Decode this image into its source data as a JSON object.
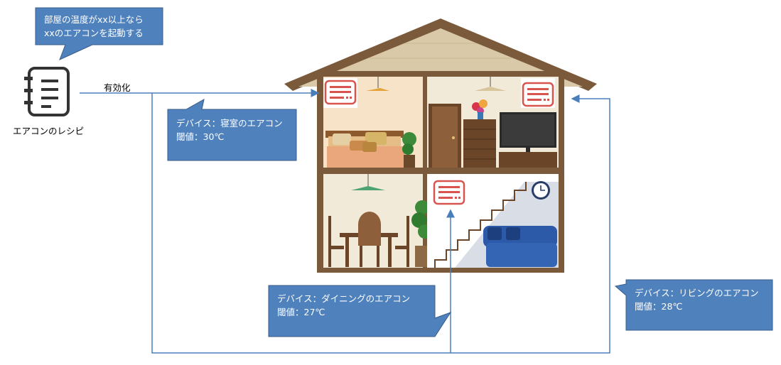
{
  "recipe": {
    "name": "エアコンのレシピ",
    "icon": "recipe-notebook-icon",
    "condition_line1": "部屋の温度がxx以上なら",
    "condition_line2": "xxのエアコンを起動する"
  },
  "connector": {
    "label": "有効化"
  },
  "devices": {
    "bedroom": {
      "device_line": "デバイス：寝室のエアコン",
      "threshold_line": "閾値：30℃"
    },
    "dining": {
      "device_line": "デバイス：ダイニングのエアコン",
      "threshold_line": "閾値：27℃"
    },
    "living": {
      "device_line": "デバイス：リビングのエアコン",
      "threshold_line": "閾値：28℃"
    }
  },
  "colors": {
    "callout_fill": "#4f81bd",
    "callout_border": "#385d8a",
    "arrow": "#4a7ebb",
    "house_frame": "#7a5a3a",
    "device_icon": "#d9534f"
  }
}
